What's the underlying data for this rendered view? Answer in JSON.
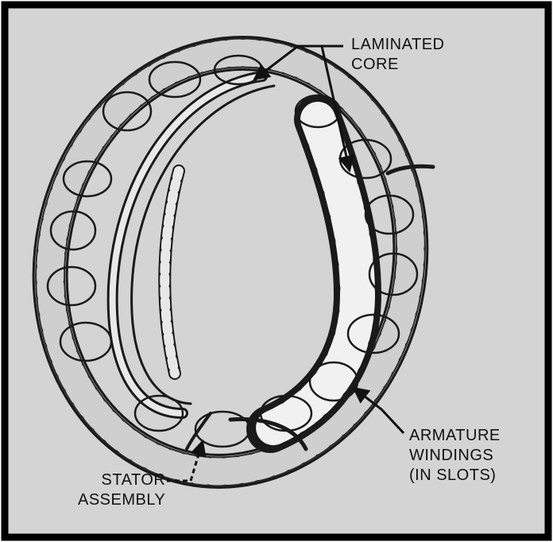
{
  "diagram": {
    "colors": {
      "background": "#d4d4d4",
      "frame": "#000000",
      "ink": "#1a1a1a"
    },
    "labels": {
      "laminated_core_line1": "LAMINATED",
      "laminated_core_line2": "CORE",
      "armature_line1": "ARMATURE",
      "armature_line2": "WINDINGS",
      "armature_line3": "(IN SLOTS)",
      "stator_line1": "STATOR",
      "stator_line2": "ASSEMBLY"
    }
  }
}
